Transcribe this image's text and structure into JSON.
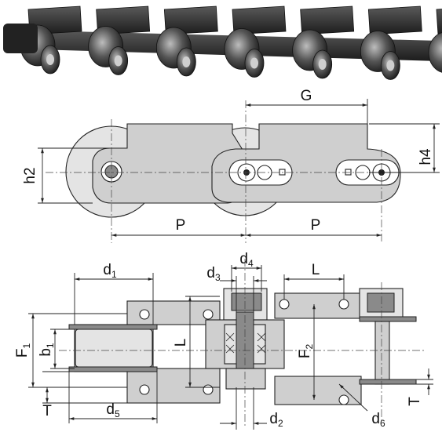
{
  "photo": {
    "icon": "chain-photo-icon",
    "links": 7
  },
  "side_view": {
    "dimensions": {
      "G": "G",
      "h4": "h4",
      "h2": "h2",
      "P_left": "P",
      "P_right": "P"
    }
  },
  "plan_view": {
    "dimensions": {
      "d1": {
        "main": "d",
        "sub": "1"
      },
      "d4": {
        "main": "d",
        "sub": "4"
      },
      "d3": {
        "main": "d",
        "sub": "3"
      },
      "L_top": "L",
      "F1": {
        "main": "F",
        "sub": "1"
      },
      "b1": {
        "main": "b",
        "sub": "1"
      },
      "L_mid": "L",
      "F2": {
        "main": "F",
        "sub": "2"
      },
      "T_left": "T",
      "d5": {
        "main": "d",
        "sub": "5"
      },
      "d2": {
        "main": "d",
        "sub": "2"
      },
      "d6": {
        "main": "d",
        "sub": "6"
      },
      "T_right": "T"
    }
  },
  "colors": {
    "plate": "#cfcfcf",
    "roller": "#8a8a8a",
    "line": "#222222"
  }
}
